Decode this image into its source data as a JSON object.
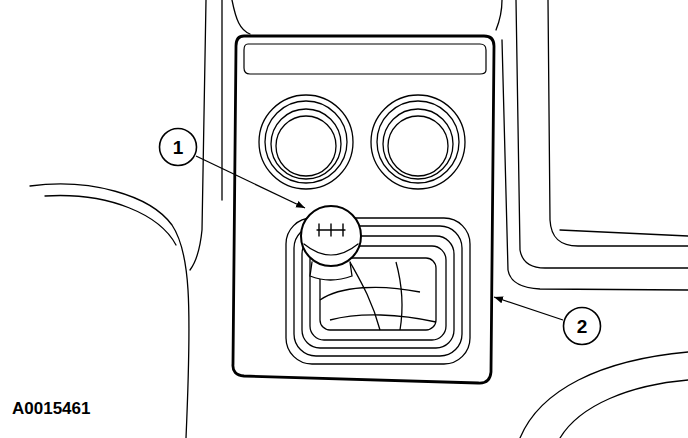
{
  "diagram": {
    "nodes": [
      {
        "text": [
          "1"
        ]
      },
      {
        "text": [
          "2"
        ]
      }
    ],
    "labels": [
      "A0015461"
    ]
  }
}
